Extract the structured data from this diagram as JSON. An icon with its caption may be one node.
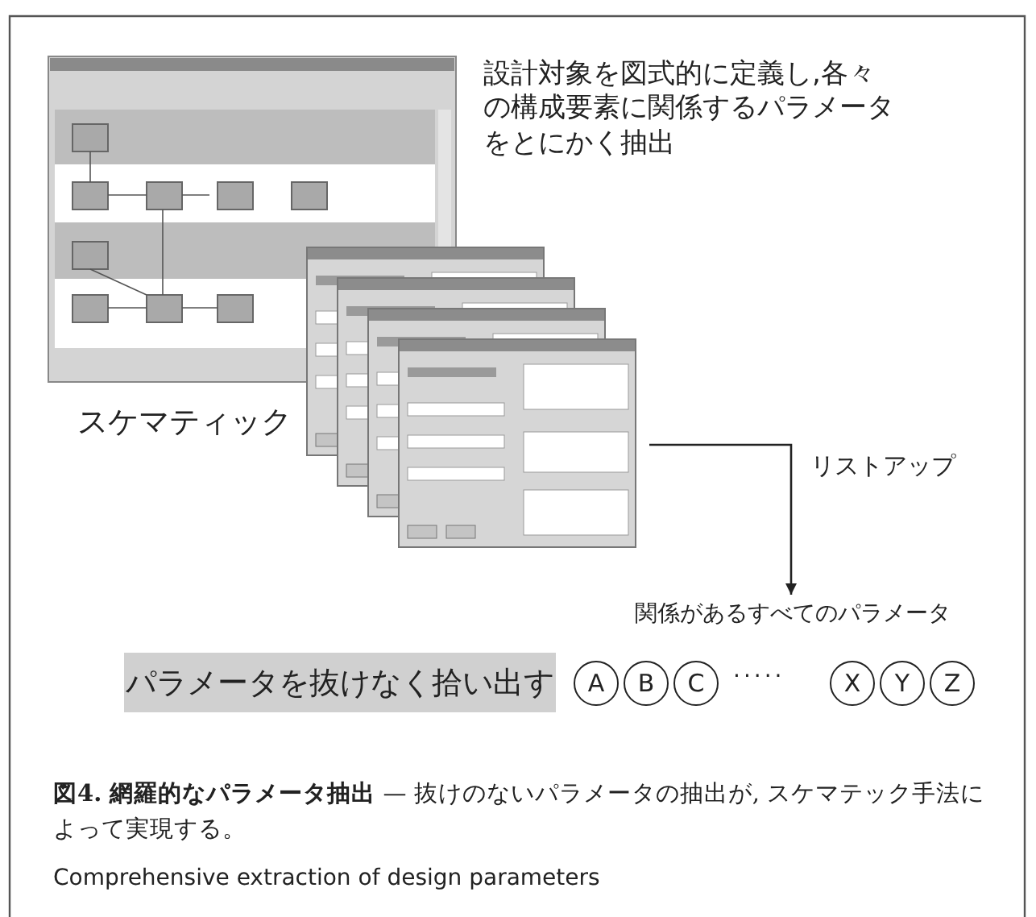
{
  "diagram": {
    "caption": "**図4. 網羅的なパラメータ抽出** — 抜けのないパラメータの抽出が, スケマテック手法によって実現する。",
    "nodes": [
      {
        "text": [],
        "shape": "picture"
      },
      {
        "text": [
          "関係があるすべてのパラメータ"
        ]
      },
      {
        "text": [
          "パラメータを抜けなく拾い出す"
        ]
      },
      {
        "text": [
          "A"
        ]
      },
      {
        "text": [
          "B"
        ]
      },
      {
        "text": [
          "C"
        ]
      },
      {
        "text": [
          "X"
        ]
      },
      {
        "text": [
          "Y"
        ]
      },
      {
        "text": [
          "Z"
        ]
      }
    ],
    "edges": [
      {
        "from": 0,
        "to": 1,
        "arrow": "to",
        "label": "リストアップ"
      }
    ],
    "labels": [
      "設計対象を図式的に定義し,各々の構成要素に関係するパラメータをとにかく抽出",
      "スケマティック",
      "·····",
      "Comprehensive extraction of design parameters"
    ]
  }
}
